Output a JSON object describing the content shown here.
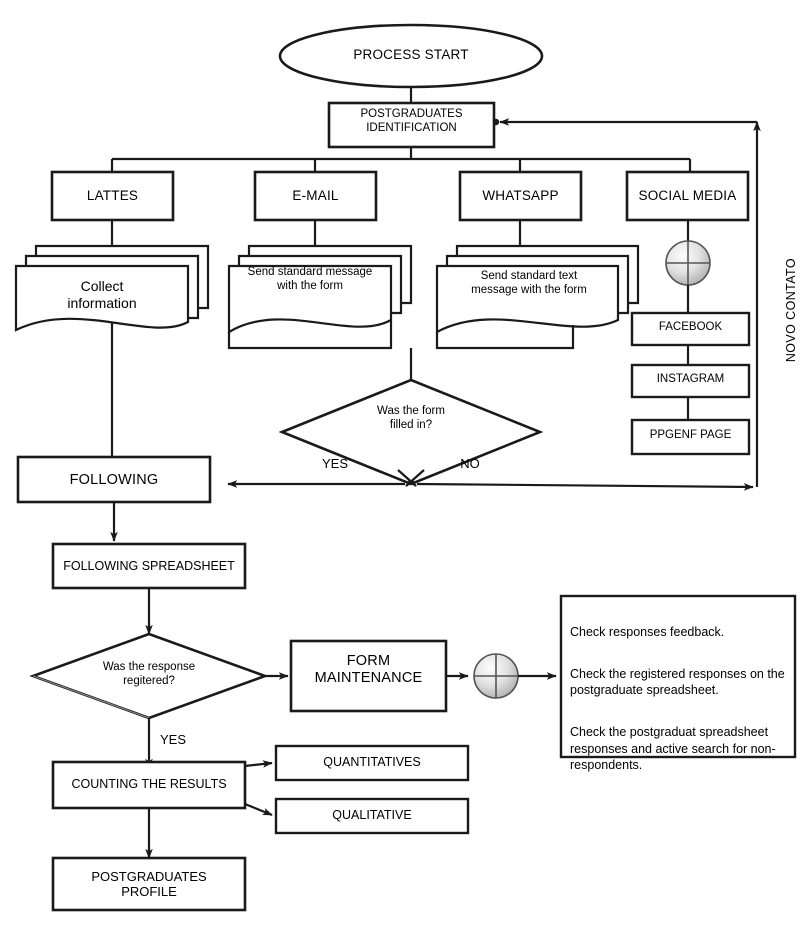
{
  "diagram": {
    "title": "Postgraduates data collection process flowchart",
    "start": {
      "label": "PROCESS START",
      "shape": "ellipse"
    },
    "identification": {
      "label": "POSTGRADUATES\nIDENTIFICATION",
      "shape": "process"
    },
    "channels": [
      {
        "id": "lattes",
        "label": "LATTES"
      },
      {
        "id": "email",
        "label": "E-MAIL"
      },
      {
        "id": "whatsapp",
        "label": "WHATSAPP"
      },
      {
        "id": "social-media",
        "label": "SOCIAL MEDIA"
      }
    ],
    "channel_actions": [
      {
        "id": "collect-information",
        "label": "Collect\ninformation",
        "shape": "multidocument"
      },
      {
        "id": "send-email-message",
        "label": "Send standard message\nwith the form",
        "shape": "multidocument"
      },
      {
        "id": "send-text-message",
        "label": "Send standard text\nmessage with the form",
        "shape": "multidocument"
      }
    ],
    "social_pages": [
      {
        "id": "facebook",
        "label": "FACEBOOK"
      },
      {
        "id": "instagram",
        "label": "INSTAGRAM"
      },
      {
        "id": "ppgenf-page",
        "label": "PPGENF PAGE"
      }
    ],
    "decision_form": {
      "label": "Was the form\nfilled in?",
      "yes_label": "YES",
      "no_label": "NO"
    },
    "following": {
      "label": "FOLLOWING"
    },
    "following_spreadsheet": {
      "label": "FOLLOWING SPREADSHEET"
    },
    "decision_response": {
      "label": "Was the response\nregitered?",
      "yes_label": "YES"
    },
    "form_maintenance": {
      "label": "FORM\nMAINTENANCE"
    },
    "results": [
      {
        "id": "quantitatives",
        "label": "QUANTITATIVES"
      },
      {
        "id": "qualitative",
        "label": "QUALITATIVE"
      }
    ],
    "counting_results": {
      "label": "COUNTING THE RESULTS"
    },
    "postgraduates_profile": {
      "label": "POSTGRADUATES\nPROFILE"
    },
    "note_box": {
      "lines": [
        "Check responses feedback.",
        "Check the registered responses on the postgraduate spreadsheet.",
        "Check the postgraduat spreadsheet responses and active search for non-respondents."
      ]
    },
    "return_path": {
      "label": "NOVO CONTATO"
    },
    "connectors": [
      {
        "id": "connector-social-media",
        "glyph": "cross-circle"
      },
      {
        "id": "connector-form-maintenance",
        "glyph": "cross-circle"
      }
    ],
    "colors": {
      "stroke": "#1a1a1a",
      "fill": "#ffffff",
      "connector_light": "#f2f2f2",
      "connector_dark": "#9a9a9a",
      "thin_stroke": "#8d8d8d"
    }
  }
}
